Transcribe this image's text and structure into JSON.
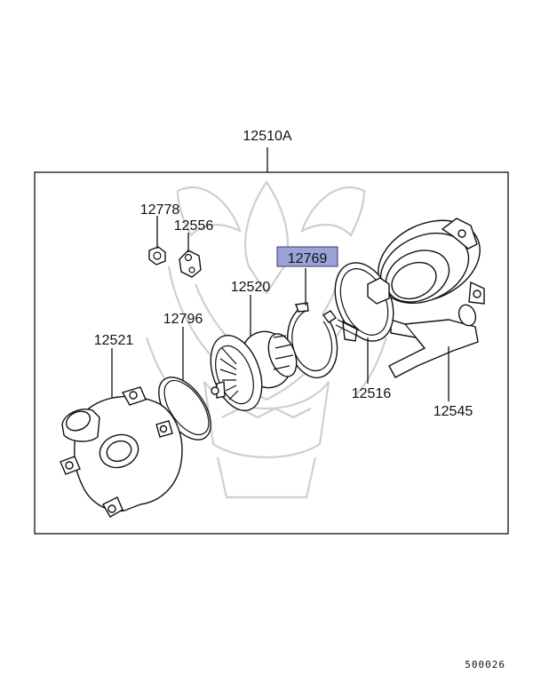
{
  "diagram": {
    "assembly_label": "12510A",
    "figure_code": "500026",
    "highlight_color": "#9aa2d8",
    "parts": [
      {
        "id": "p12778",
        "label": "12778",
        "icon": "nut-icon"
      },
      {
        "id": "p12556",
        "label": "12556",
        "icon": "bracket-icon"
      },
      {
        "id": "p12769",
        "label": "12769",
        "icon": "snap-ring-icon",
        "highlighted": true
      },
      {
        "id": "p12520",
        "label": "12520",
        "icon": "turbo-cartridge-icon"
      },
      {
        "id": "p12796",
        "label": "12796",
        "icon": "o-ring-icon"
      },
      {
        "id": "p12521",
        "label": "12521",
        "icon": "compressor-housing-icon"
      },
      {
        "id": "p12516",
        "label": "12516",
        "icon": "v-band-clamp-icon"
      },
      {
        "id": "p12545",
        "label": "12545",
        "icon": "turbine-housing-icon"
      }
    ]
  }
}
